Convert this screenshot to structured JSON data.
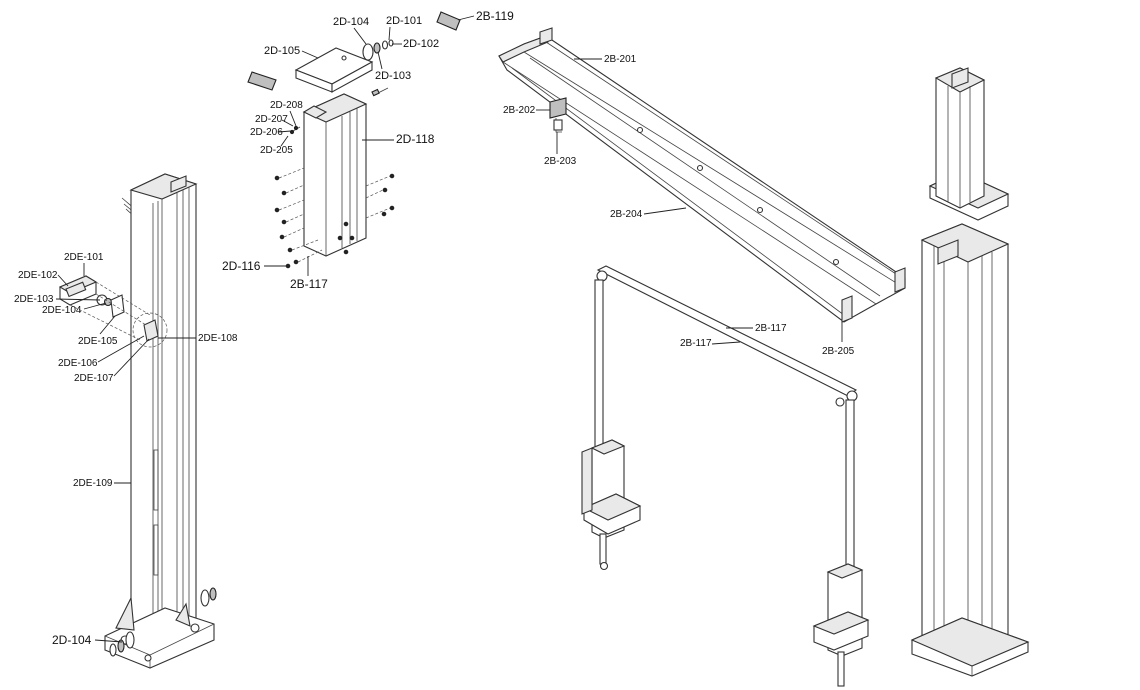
{
  "labels": {
    "2d_104_top": "2D-104",
    "2d_101": "2D-101",
    "2d_102": "2D-102",
    "2d_103": "2D-103",
    "2d_105": "2D-105",
    "2b_119": "2B-119",
    "2d_208": "2D-208",
    "2d_207": "2D-207",
    "2d_206": "2D-206",
    "2d_205": "2D-205",
    "2d_118": "2D-118",
    "2d_116": "2D-116",
    "2b_117_top": "2B-117",
    "2b_201": "2B-201",
    "2b_202": "2B-202",
    "2b_203": "2B-203",
    "2b_204": "2B-204",
    "2b_205": "2B-205",
    "2b_117_a": "2B-117",
    "2b_117_b": "2B-117",
    "2de_101": "2DE-101",
    "2de_102": "2DE-102",
    "2de_103": "2DE-103",
    "2de_104": "2DE-104",
    "2de_105": "2DE-105",
    "2de_106": "2DE-106",
    "2de_107": "2DE-107",
    "2de_108": "2DE-108",
    "2de_109": "2DE-109",
    "2d_104_bottom": "2D-104"
  }
}
